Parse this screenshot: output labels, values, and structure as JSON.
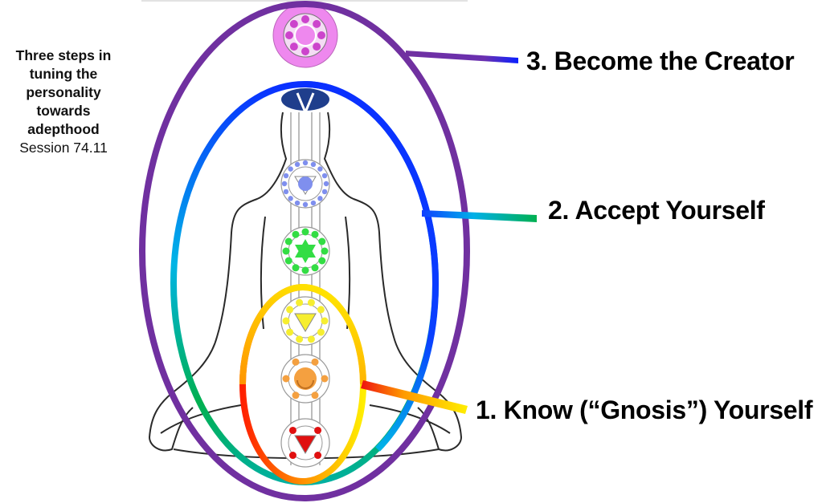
{
  "caption": {
    "title_lines": [
      "Three steps in",
      "tuning the",
      "personality",
      "towards",
      "adepthood"
    ],
    "session": "Session 74.11"
  },
  "steps": [
    {
      "label": "1. Know (“Gnosis”) Yourself",
      "ring": "inner",
      "colors": [
        "#ff0000",
        "#ff8c00",
        "#ffff00"
      ]
    },
    {
      "label": "2. Accept Yourself",
      "ring": "middle",
      "colors": [
        "#0033ff",
        "#00b4e6",
        "#00b050"
      ]
    },
    {
      "label": "3. Become the Creator",
      "ring": "outer",
      "colors": [
        "#7030a0",
        "#0033ff"
      ]
    }
  ],
  "chakras": [
    {
      "name": "crown",
      "color": "#ee88ee",
      "symbol": "lotus"
    },
    {
      "name": "third-eye",
      "color": "#1f3e8c",
      "symbol": "petals"
    },
    {
      "name": "throat",
      "color": "#7f8fee",
      "symbol": "triangle-down"
    },
    {
      "name": "heart",
      "color": "#33dd44",
      "symbol": "hexagram"
    },
    {
      "name": "solar-plexus",
      "color": "#f6ee30",
      "symbol": "triangle-down"
    },
    {
      "name": "sacral",
      "color": "#f4a040",
      "symbol": "crescent"
    },
    {
      "name": "root",
      "color": "#e01010",
      "symbol": "triangle-down"
    }
  ]
}
